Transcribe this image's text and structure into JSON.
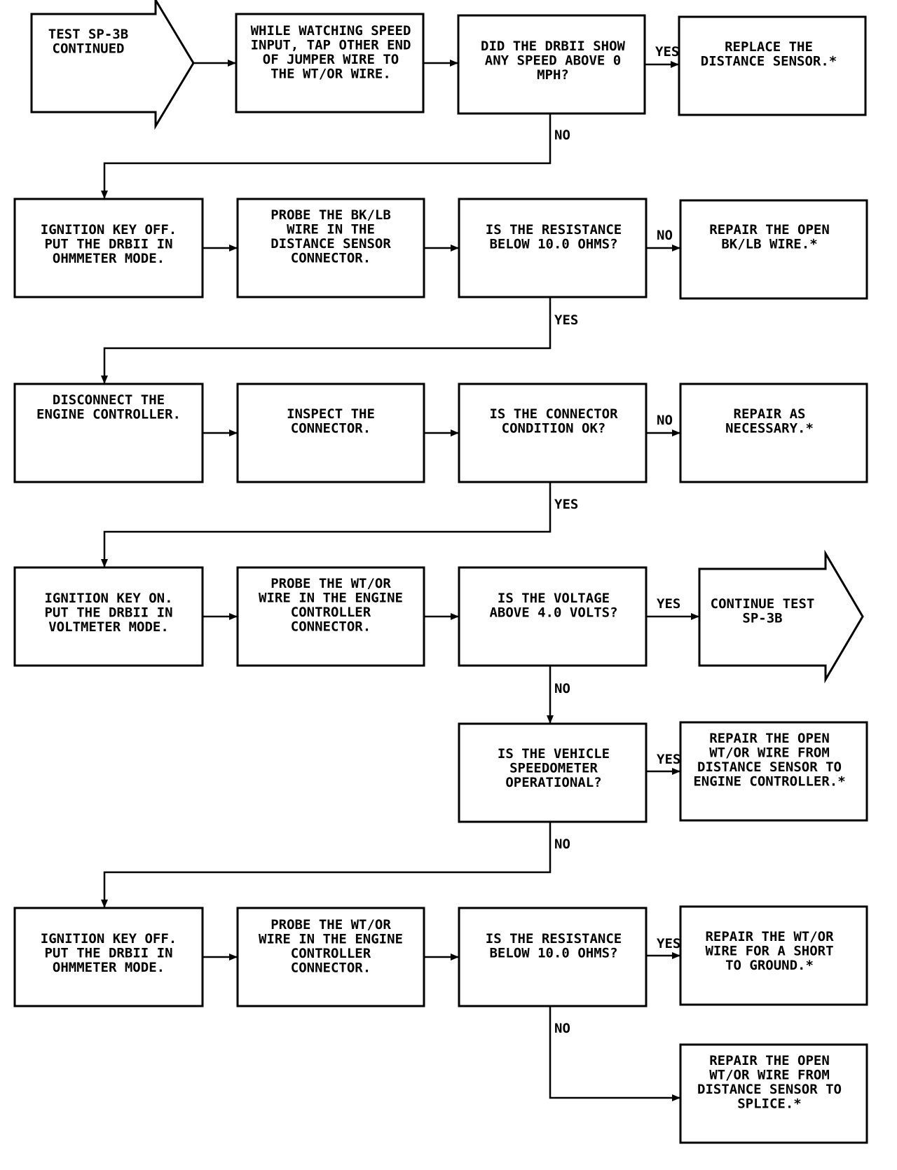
{
  "nodes": {
    "start": [
      "TEST SP-3B",
      "CONTINUED"
    ],
    "r1b": [
      "WHILE WATCHING SPEED",
      "INPUT, TAP OTHER END",
      "OF JUMPER WIRE TO",
      "THE WT/OR WIRE."
    ],
    "r1c": [
      "DID THE DRBII SHOW",
      "ANY SPEED ABOVE 0",
      "MPH?"
    ],
    "r1d": [
      "REPLACE THE",
      "DISTANCE SENSOR.*"
    ],
    "r2a": [
      "IGNITION KEY OFF.",
      "PUT THE DRBII IN",
      "OHMMETER MODE."
    ],
    "r2b": [
      "PROBE THE BK/LB",
      "WIRE IN THE",
      "DISTANCE SENSOR",
      "CONNECTOR."
    ],
    "r2c": [
      "IS THE RESISTANCE",
      "BELOW 10.0 OHMS?"
    ],
    "r2d": [
      "REPAIR THE OPEN",
      "BK/LB WIRE.*"
    ],
    "r3a": [
      "DISCONNECT THE",
      "ENGINE CONTROLLER."
    ],
    "r3b": [
      "INSPECT THE",
      "CONNECTOR."
    ],
    "r3c": [
      "IS THE CONNECTOR",
      "CONDITION OK?"
    ],
    "r3d": [
      "REPAIR AS",
      "NECESSARY.*"
    ],
    "r4a": [
      "IGNITION KEY ON.",
      "PUT THE DRBII IN",
      "VOLTMETER MODE."
    ],
    "r4b": [
      "PROBE THE WT/OR",
      "WIRE IN THE ENGINE",
      "CONTROLLER",
      "CONNECTOR."
    ],
    "r4c": [
      "IS THE VOLTAGE",
      "ABOVE 4.0 VOLTS?"
    ],
    "r4d": [
      "CONTINUE TEST",
      "SP-3B"
    ],
    "r5c": [
      "IS THE VEHICLE",
      "SPEEDOMETER",
      "OPERATIONAL?"
    ],
    "r5d": [
      "REPAIR THE OPEN",
      "WT/OR WIRE FROM",
      "DISTANCE SENSOR TO",
      "ENGINE CONTROLLER.*"
    ],
    "r6a": [
      "IGNITION KEY OFF.",
      "PUT THE DRBII IN",
      "OHMMETER MODE."
    ],
    "r6b": [
      "PROBE THE WT/OR",
      "WIRE IN THE ENGINE",
      "CONTROLLER",
      "CONNECTOR."
    ],
    "r6c": [
      "IS THE RESISTANCE",
      "BELOW 10.0 OHMS?"
    ],
    "r6d": [
      "REPAIR THE WT/OR",
      "WIRE FOR A SHORT",
      "TO GROUND.*"
    ],
    "r7d": [
      "REPAIR THE OPEN",
      "WT/OR WIRE FROM",
      "DISTANCE SENSOR TO",
      "SPLICE.*"
    ]
  },
  "labels": {
    "r1_yes": "YES",
    "r1_no": "NO",
    "r2_no": "NO",
    "r2_yes": "YES",
    "r3_no": "NO",
    "r3_yes": "YES",
    "r4_yes": "YES",
    "r4_no": "NO",
    "r5_yes": "YES",
    "r5_no": "NO",
    "r6_yes": "YES",
    "r6_no": "NO"
  }
}
